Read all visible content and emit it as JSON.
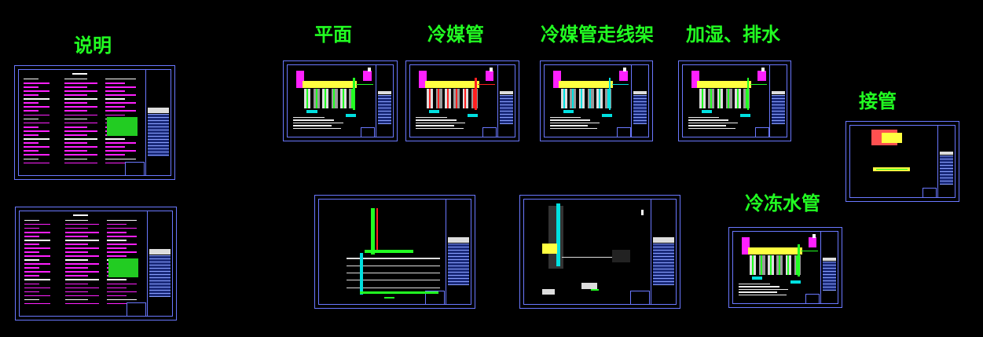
{
  "labels": {
    "notes": "说明",
    "plan": "平面",
    "refrigerant_pipe": "冷媒管",
    "refrigerant_tray": "冷媒管走线架",
    "humidify_drain": "加湿、排水",
    "connection": "接管",
    "chilled_water": "冷冻水管"
  },
  "colors": {
    "label": "#22ff22",
    "frame": "#6a78ff",
    "background": "#000000"
  }
}
